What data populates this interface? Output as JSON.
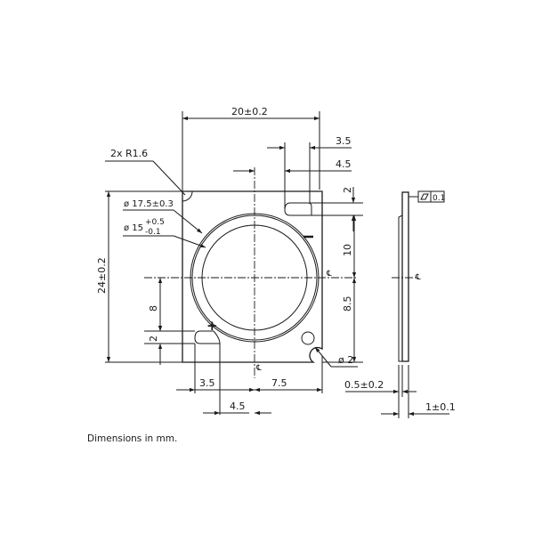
{
  "drawing": {
    "top_view": {
      "width_dim": "20±0.2",
      "height_dim": "24±0.2",
      "corner_radius": "2x R1.6",
      "outer_diameter": "ø 17.5±0.3",
      "inner_diameter_base": "ø 15",
      "inner_diameter_tol_upper": "+0.5",
      "inner_diameter_tol_lower": "-0.1",
      "pad_top_inner": "3.5",
      "pad_top_outer": "4.5",
      "pad_top_height": "2",
      "center_to_top_pad": "10",
      "center_to_bottom": "8.5",
      "center_to_bottom_pad": "8",
      "pad_bottom_height": "2",
      "pad_bottom_inner": "3.5",
      "pad_bottom_outer": "4.5",
      "center_to_right": "7.5",
      "hole_diameter": "ø 2",
      "plus_marker": "+",
      "minus_marker": "−",
      "centerline_symbol": "℄"
    },
    "side_view": {
      "flatness": "0.1",
      "substrate_thickness": "0.5±0.2",
      "total_thickness": "1±0.1",
      "centerline_symbol": "℄"
    }
  },
  "footer": {
    "note": "Dimensions in mm."
  }
}
